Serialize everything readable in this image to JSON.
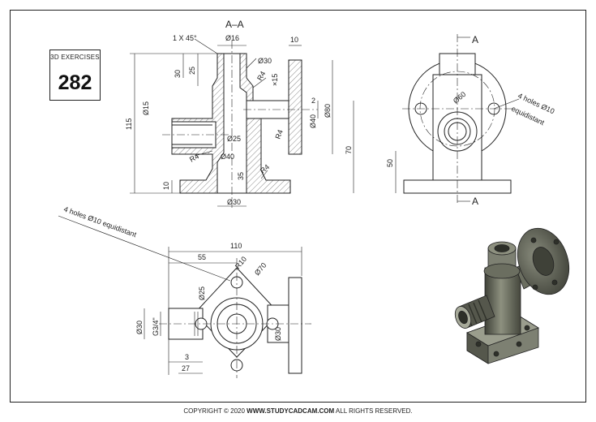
{
  "badge": {
    "label": "3D EXERCISES",
    "number": "282"
  },
  "section_title": "A–A",
  "section_marker": "A",
  "dims_front": {
    "chamfer": "1 X 45°",
    "d16": "Ø16",
    "w10": "10",
    "d30top": "Ø30",
    "r4a": "R4",
    "d15r": "×15",
    "h30": "30",
    "h25": "25",
    "d15l": "Ø15",
    "h115": "115",
    "w2": "2",
    "d40r": "Ø40",
    "d80": "Ø80",
    "d25": "Ø25",
    "r4b": "R4",
    "r4c": "R4",
    "d40": "Ø40",
    "h70": "70",
    "r4d": "R4",
    "h35": "35",
    "h10": "10",
    "d30bot": "Ø30"
  },
  "dims_side": {
    "d60": "Ø60",
    "holes": "4 holes Ø10",
    "equidistant": "equidistant",
    "h50": "50"
  },
  "dims_top": {
    "holes_label": "4 holes Ø10 equidistant",
    "w110": "110",
    "w55": "55",
    "r10": "R10",
    "d70": "Ø70",
    "d25": "Ø25",
    "d30": "Ø30",
    "g34": "G3/4\"",
    "d30r": "Ø30",
    "w3": "3",
    "w27": "27"
  },
  "footer": {
    "prefix": "COPYRIGHT © 2020 ",
    "site": "WWW.STUDYCADCAM.COM",
    "suffix": " ALL RIGHTS RESERVED."
  },
  "colors": {
    "line": "#222222",
    "hatch": "#555555",
    "body3d": "#6b6e60",
    "body3d_dark": "#3f4138",
    "body3d_light": "#a6a999"
  }
}
